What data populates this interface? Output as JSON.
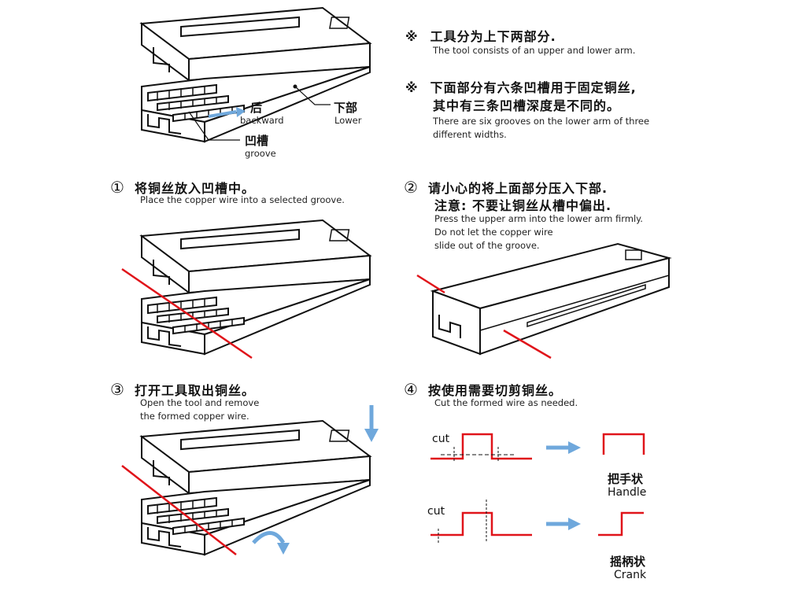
{
  "intro": [
    {
      "mark": "※",
      "zh": "工具分为上下两部分.",
      "en": [
        "The tool consists of an upper and lower arm."
      ]
    },
    {
      "mark": "※",
      "zh": [
        "下面部分有六条凹槽用于固定铜丝,",
        "其中有三条凹槽深度是不同的。"
      ],
      "en": [
        "There are six grooves on the lower arm of three",
        "different widths."
      ]
    }
  ],
  "labels": {
    "backward_zh": "后",
    "backward_en": "backward",
    "lower_zh": "下部",
    "lower_en": "Lower",
    "groove_zh": "凹槽",
    "groove_en": "groove"
  },
  "steps": [
    {
      "num": "①",
      "zh": [
        "将铜丝放入凹槽中。"
      ],
      "en": [
        "Place the copper wire into a selected groove."
      ]
    },
    {
      "num": "②",
      "zh": [
        "请小心的将上面部分压入下部.",
        "注意:  不要让铜丝从槽中偏出."
      ],
      "en": [
        "Press the upper arm into the lower arm firmly.",
        "Do not let the copper wire",
        "slide out of the groove."
      ]
    },
    {
      "num": "③",
      "zh": [
        "打开工具取出铜丝。"
      ],
      "en": [
        "Open the tool and remove",
        "the formed copper wire."
      ]
    },
    {
      "num": "④",
      "zh": [
        "按使用需要切剪铜丝。"
      ],
      "en": [
        "Cut the formed wire as needed."
      ]
    }
  ],
  "shapes": {
    "cut": "cut",
    "handle_zh": "把手状",
    "handle_en": "Handle",
    "crank_zh": "摇柄状",
    "crank_en": "Crank"
  },
  "colors": {
    "wire": "#e0141a",
    "arrow": "#6fa8dc",
    "line": "#111111"
  }
}
